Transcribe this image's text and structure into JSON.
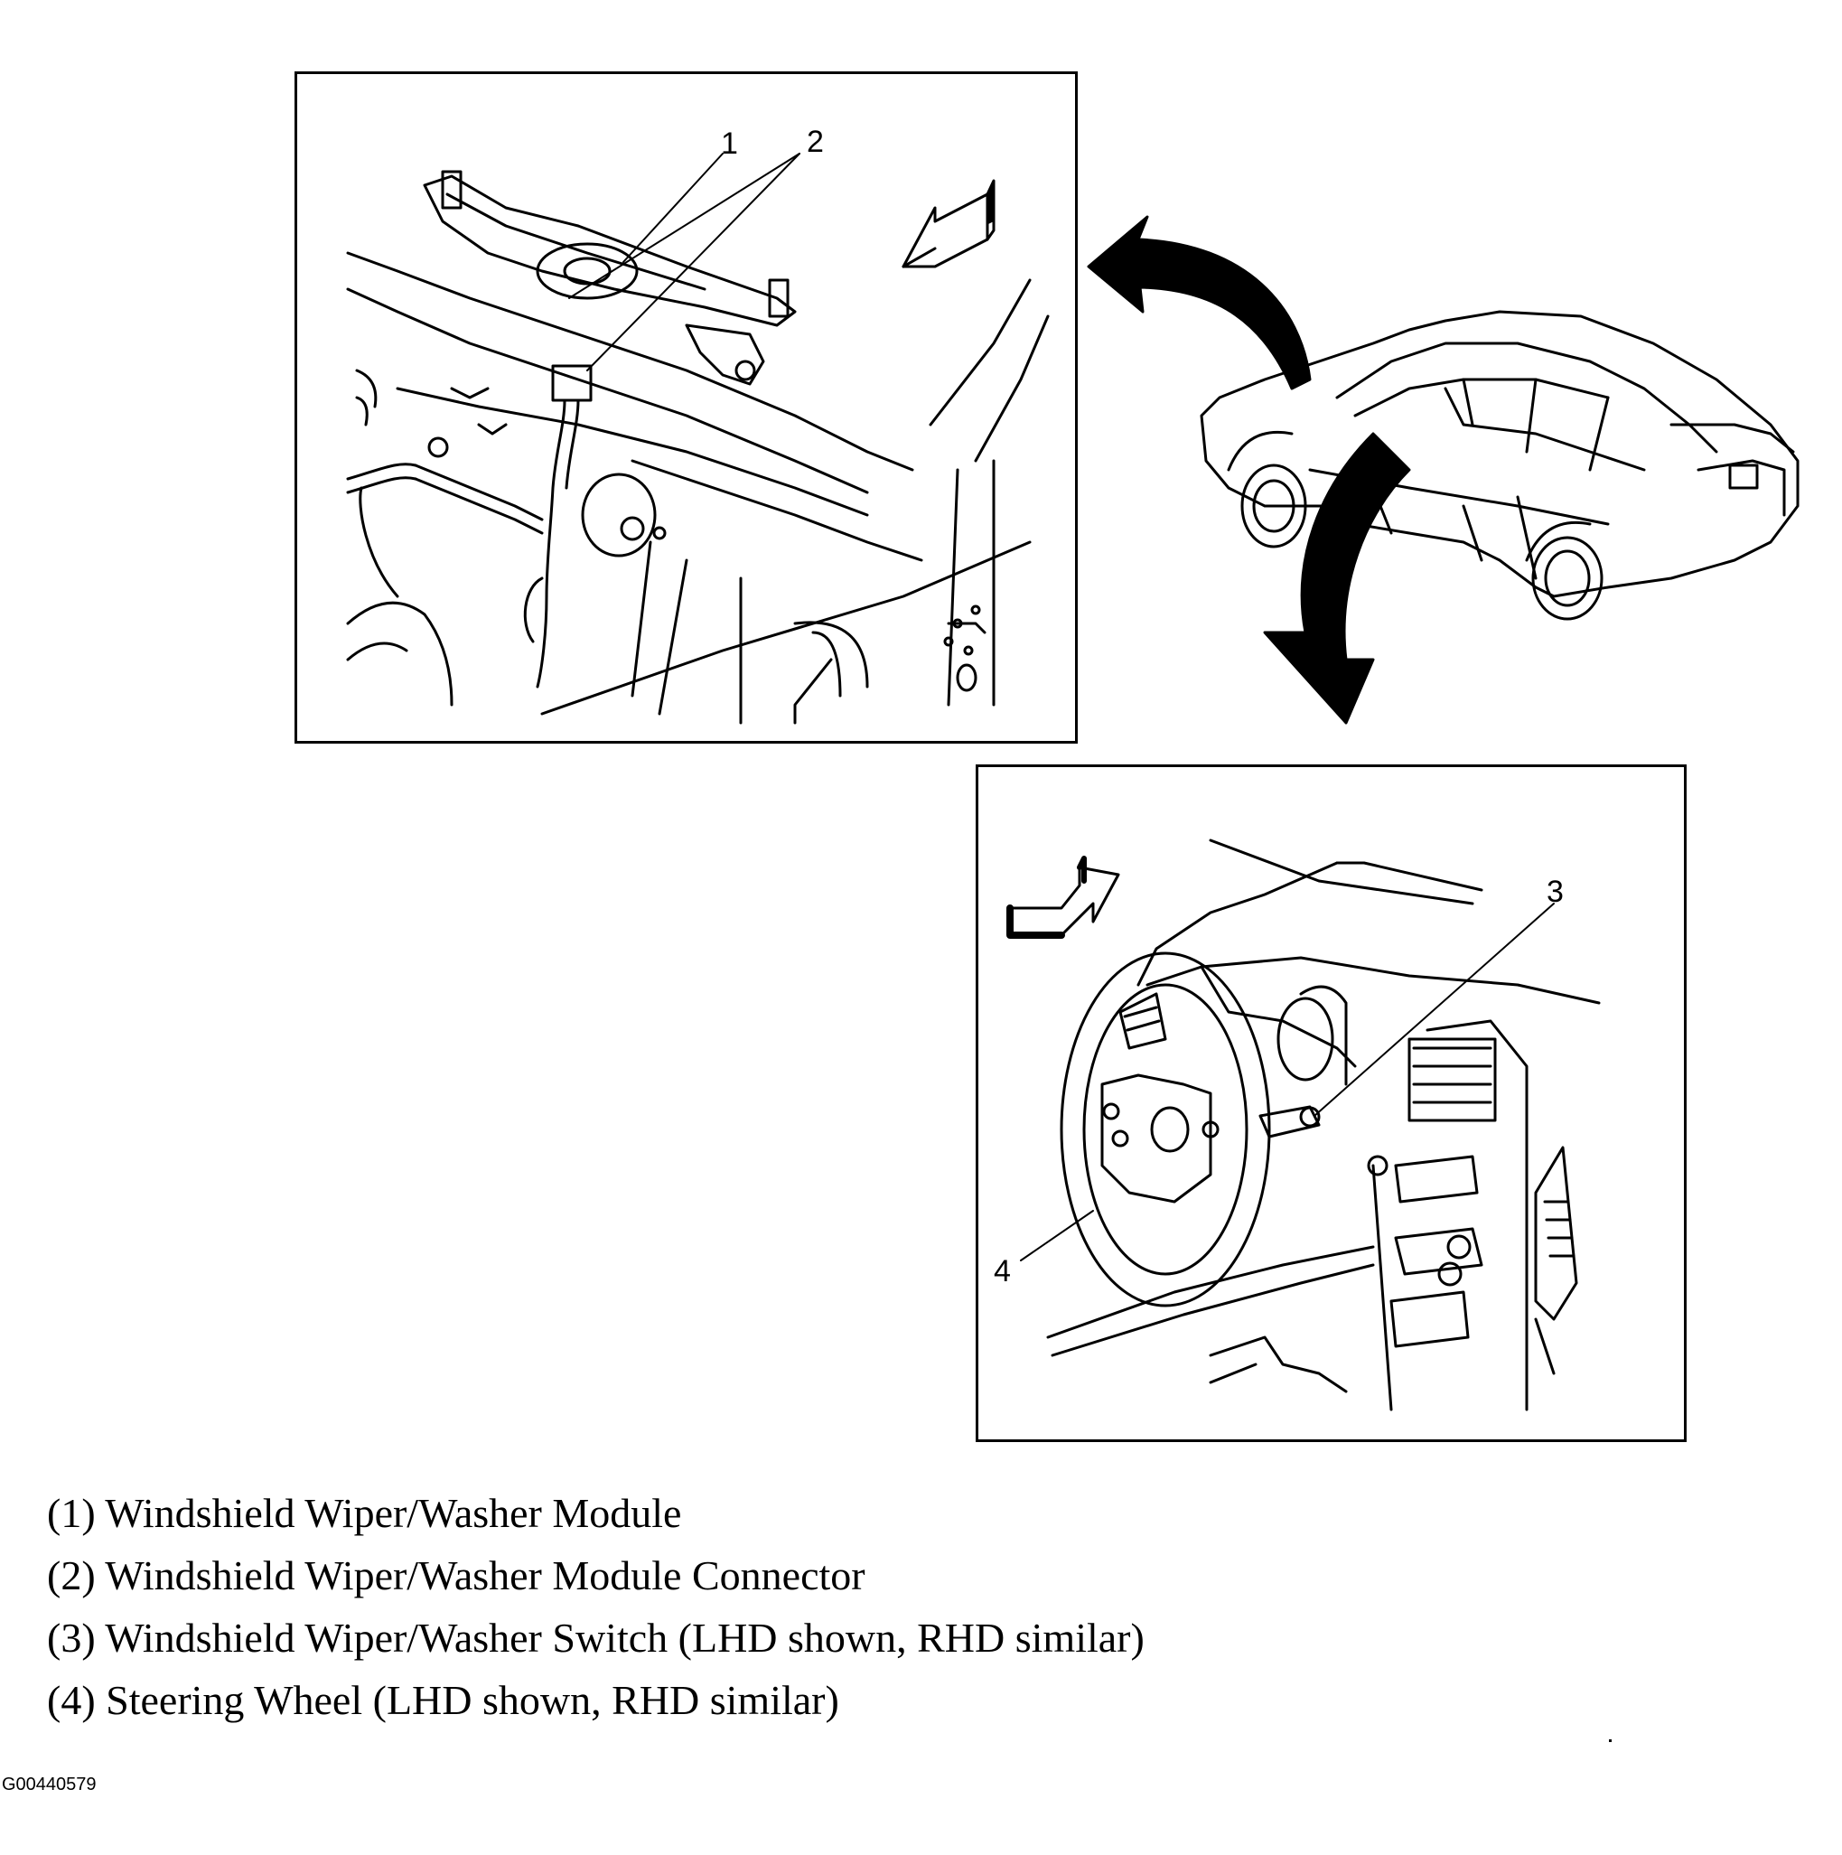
{
  "callouts": {
    "c1": "1",
    "c2": "2",
    "c3": "3",
    "c4": "4"
  },
  "legend": [
    {
      "text": "(1) Windshield Wiper/Washer Module"
    },
    {
      "text": "(2) Windshield Wiper/Washer Module Connector"
    },
    {
      "text": "(3) Windshield Wiper/Washer Switch (LHD shown, RHD similar)"
    },
    {
      "text": "(4) Steering Wheel (LHD shown, RHD similar)"
    }
  ],
  "figure_id": "G00440579"
}
